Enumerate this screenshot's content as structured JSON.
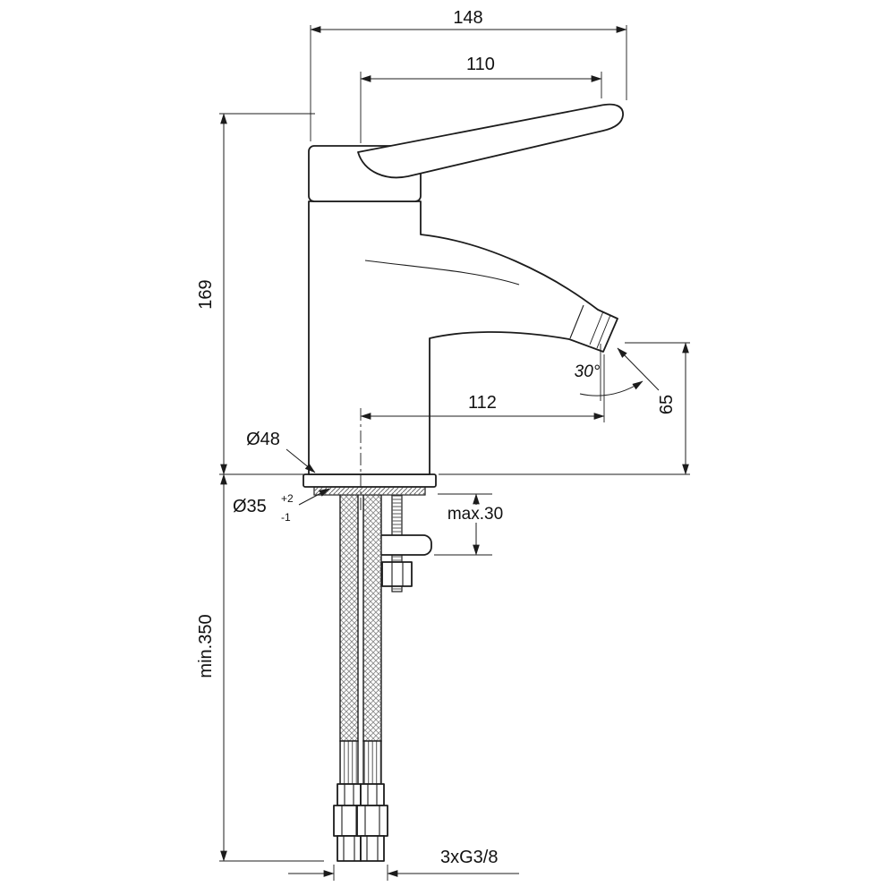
{
  "drawing": {
    "type": "technical-dimension-drawing",
    "subject": "single-lever basin mixer faucet, side view with flexible supply hoses",
    "labels": {
      "width_total": "148",
      "handle_length": "110",
      "body_height": "169",
      "spout_reach": "112",
      "spout_angle": "30°",
      "outlet_height": "65",
      "base_diameter": "Ø48",
      "hole_diameter": "Ø35",
      "hole_tol_plus": "+2",
      "hole_tol_minus": "-1",
      "deck_thickness_max": "max.30",
      "hose_length_min": "min.350",
      "thread_connection": "3xG3/8"
    },
    "colors": {
      "line": "#1c1c1c",
      "background": "#ffffff"
    }
  }
}
